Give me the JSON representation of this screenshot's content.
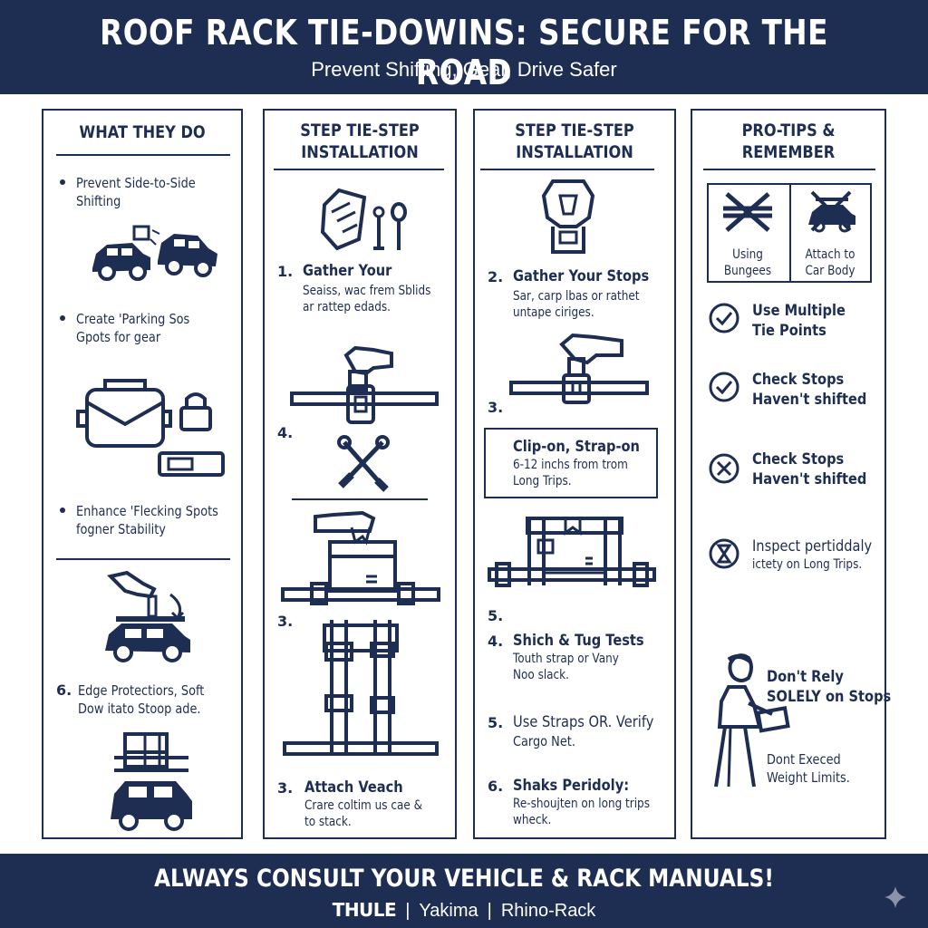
{
  "header": {
    "title": "ROOF RACK TIE-DOWINS: SECURE FOR THE ROAD",
    "subtitle": "Prevent Shifting, Gear, Drive Safer"
  },
  "panel1": {
    "heading": "WHAT THEY DO",
    "item1_line1": "Prevent Side-to-Side",
    "item1_line2": "Shifting",
    "item2_line1": "Create 'Parking Sos",
    "item2_line2": "Gpots for gear",
    "item3_line1": "Enhance 'Flecking Spots",
    "item3_line2": "fogner Stability",
    "item4_num": "6.",
    "item4_line1": "Edge Protectiors, Soft",
    "item4_line2": "Dow itato Stoop ade."
  },
  "panel2": {
    "heading_line1": "STEP TIE-STEP",
    "heading_line2": "INSTALLATION",
    "step1_num": "1.",
    "step1_title": "Gather Your",
    "step1_line1": "Seaiss, wac frem Sblids",
    "step1_line2": "ar rattep edads.",
    "step4_num": "4.",
    "step3_num": "3.",
    "step3b_num": "3.",
    "step3b_title": "Attach Veach",
    "step3b_line1": "Crare coltim us cae &",
    "step3b_line2": "to stack."
  },
  "panel3": {
    "heading_line1": "STEP TIE-STEP",
    "heading_line2": "INSTALLATION",
    "step2_num": "2.",
    "step2_title": "Gather Your Stops",
    "step2_line1": "Sar, carp lbas or rathet",
    "step2_line2": "untape ciriges.",
    "step3_num": "3.",
    "tip_title": "Clip-on, Strap-on",
    "tip_line1": "6-12 inchs from trom",
    "tip_line2": "Long Trips.",
    "step5_num": "5.",
    "step4_num": "4.",
    "step4_title": "Shich & Tug Tests",
    "step4_line1": "Touth strap or Vany",
    "step4_line2": "Noo slack.",
    "step5b_num": "5.",
    "step5b_line1": "Use Straps OR. Verify",
    "step5b_line2": "Cargo Net.",
    "step6_num": "6.",
    "step6_title": "Shaks Peridoly:",
    "step6_line1": "Re-shoujten on long trips",
    "step6_line2": "wheck."
  },
  "panel4": {
    "heading_line1": "PRO-TIPS &",
    "heading_line2": "REMEMBER",
    "avoid1_line1": "Using",
    "avoid1_line2": "Bungees",
    "avoid2_line1": "Attach to",
    "avoid2_line2": "Car Body",
    "tip1_line1": "Use Multiple",
    "tip1_line2": "Tie Points",
    "tip2_line1": "Check Stops",
    "tip2_line2": "Haven't shifted",
    "tip3_line1": "Check Stops",
    "tip3_line2": "Haven't shifted",
    "tip4_line1": "Inspect pertiddaly",
    "tip4_line2": "ictety on Long Trips.",
    "warn_line1": "Don't Rely",
    "warn_line2": "SOLELY on Stops",
    "warn_line3": "Dont Execed",
    "warn_line4": "Weight Limits."
  },
  "footer": {
    "title": "ALWAYS CONSULT YOUR VEHICLE & RACK MANUALS!",
    "brand1": "THULE",
    "brand2": "Yakima",
    "brand3": "Rhino-Rack",
    "sep": "|"
  },
  "colors": {
    "navy": "#1e2d52",
    "background": "#ffffff"
  }
}
